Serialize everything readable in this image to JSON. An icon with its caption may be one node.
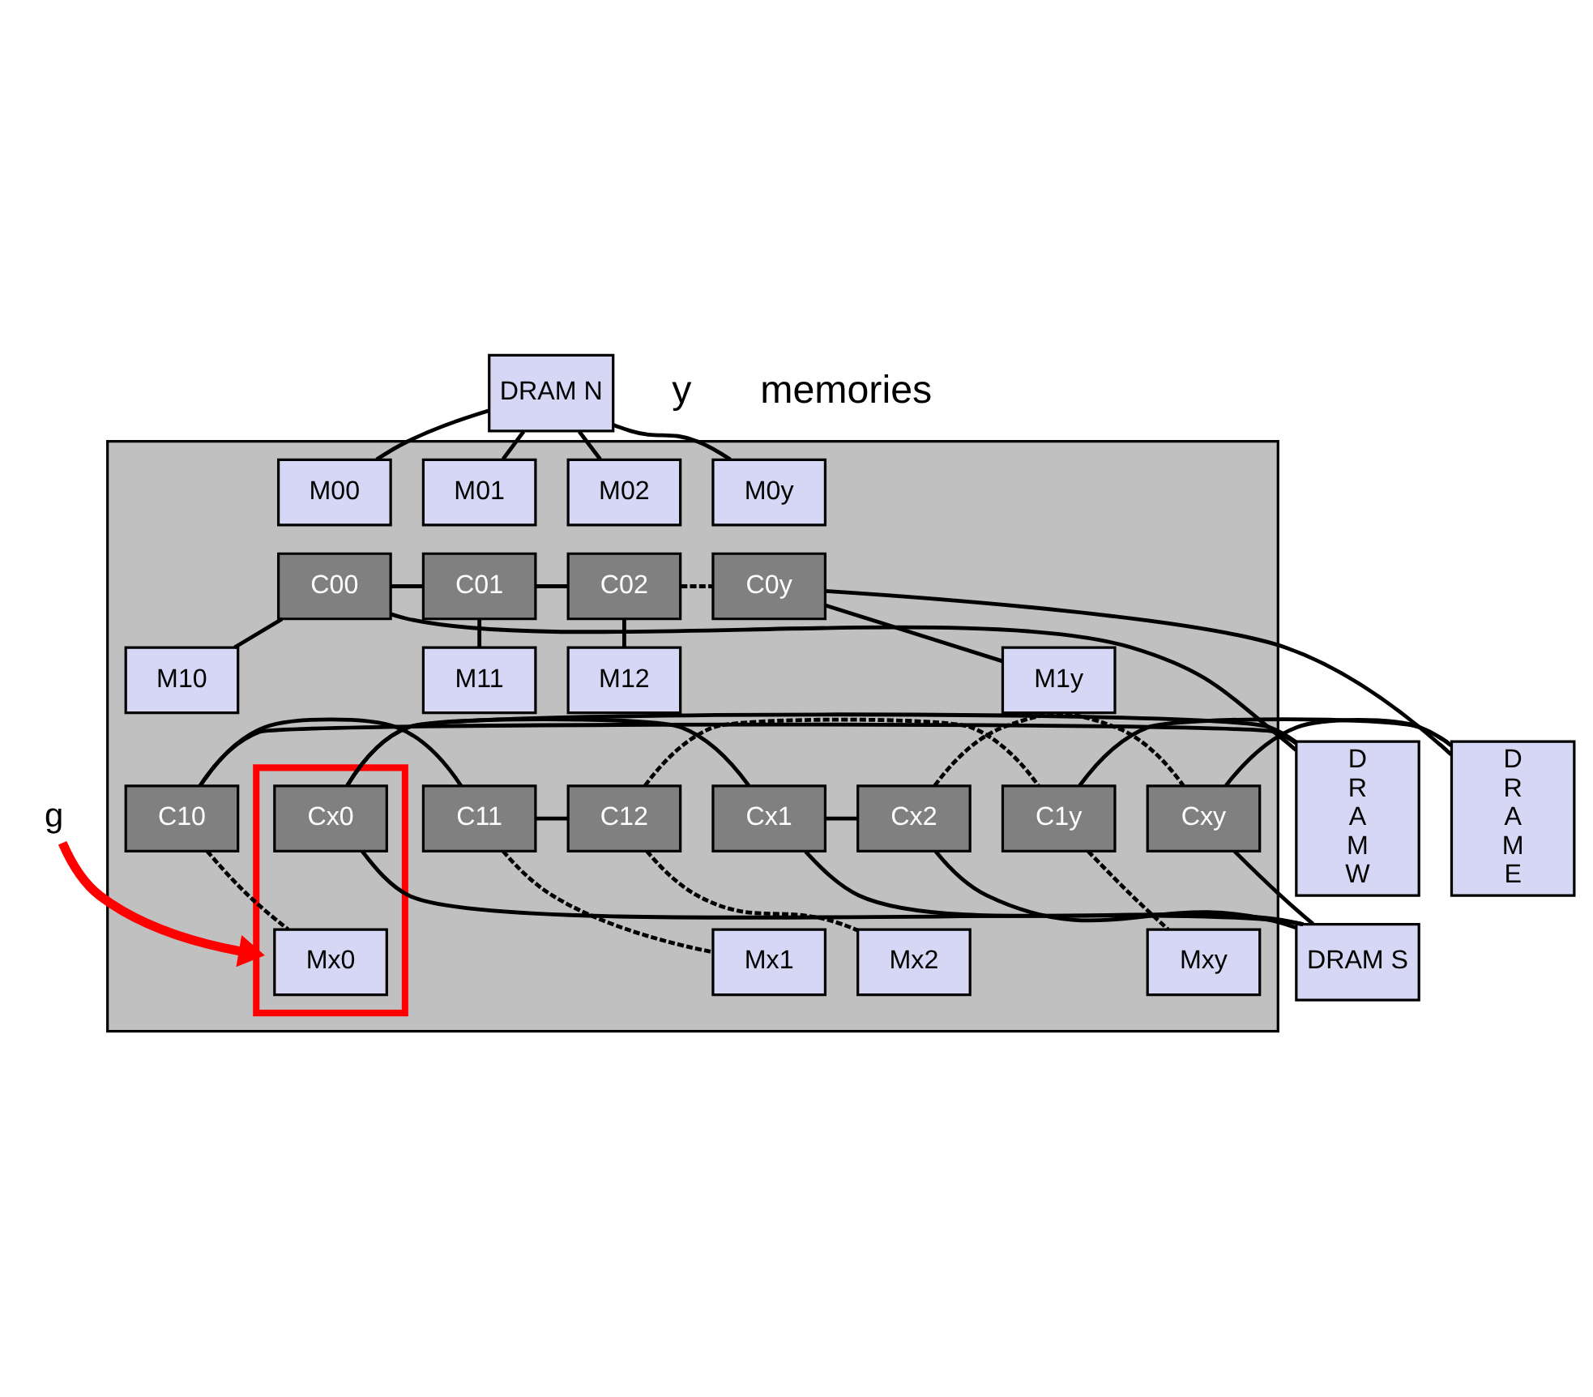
{
  "diagram": {
    "nodes": [
      {
        "text": [
          "DRAM N"
        ]
      },
      {
        "text": [],
        "shape": "box"
      },
      {
        "text": [
          "D R A M W"
        ]
      },
      {
        "text": [
          "D R A M E"
        ]
      },
      {
        "text": [],
        "shape": "box",
        "in": 1
      },
      {
        "text": [
          "M00"
        ],
        "in": 1
      },
      {
        "text": [
          "C00"
        ],
        "in": 1
      },
      {
        "text": [
          "M01"
        ],
        "in": 1
      },
      {
        "text": [
          "C01"
        ],
        "in": 1
      },
      {
        "text": [
          "M02"
        ],
        "in": 1
      },
      {
        "text": [
          "C02"
        ],
        "in": 1
      },
      {
        "text": [
          "M0y"
        ],
        "in": 1
      },
      {
        "text": [
          "C0y"
        ],
        "in": 1
      },
      {
        "text": [
          "M10"
        ],
        "in": 1
      },
      {
        "text": [
          "C10"
        ],
        "in": 1
      },
      {
        "text": [
          "M11"
        ],
        "in": 1
      },
      {
        "text": [
          "C11"
        ],
        "in": 1
      },
      {
        "text": [
          "M12"
        ],
        "in": 1
      },
      {
        "text": [
          "C12"
        ],
        "in": 1
      },
      {
        "text": [
          "M1y"
        ],
        "in": 1
      },
      {
        "text": [
          "C1y"
        ],
        "in": 1
      },
      {
        "text": [
          "Mx0"
        ],
        "in": 4
      },
      {
        "text": [
          "Cx0"
        ],
        "in": 4
      },
      {
        "text": [
          "Mx1"
        ],
        "in": 1
      },
      {
        "text": [
          "Cx1"
        ],
        "in": 1
      },
      {
        "text": [
          "Mx2"
        ],
        "in": 1
      },
      {
        "text": [
          "Cx2"
        ],
        "in": 1
      },
      {
        "text": [
          "Mxy"
        ],
        "in": 1
      },
      {
        "text": [
          "Cxy"
        ],
        "in": 1
      },
      {
        "text": [
          "g"
        ]
      },
      {
        "text": [
          "DRAM S"
        ]
      }
    ],
    "edges": [
      {
        "from": 0,
        "to": 5,
        "arrow": "none"
      },
      {
        "from": 0,
        "to": 7,
        "arrow": "none"
      },
      {
        "from": 0,
        "to": 9,
        "arrow": "none"
      },
      {
        "from": 0,
        "to": 11,
        "arrow": "none"
      },
      {
        "from": 2,
        "to": 6,
        "arrow": "none"
      },
      {
        "from": 2,
        "to": 14,
        "arrow": "none"
      },
      {
        "from": 2,
        "to": 22,
        "arrow": "none"
      },
      {
        "from": 3,
        "to": 12,
        "arrow": "none"
      },
      {
        "from": 3,
        "to": 20,
        "arrow": "none"
      },
      {
        "from": 3,
        "to": 28,
        "arrow": "none"
      },
      {
        "from": 6,
        "to": 8,
        "arrow": "none"
      },
      {
        "from": 8,
        "to": 10,
        "arrow": "none"
      },
      {
        "from": 10,
        "to": 12,
        "arrow": "none",
        "style": "dashed"
      },
      {
        "from": 14,
        "to": 16,
        "arrow": "none"
      },
      {
        "from": 16,
        "to": 18,
        "arrow": "none"
      },
      {
        "from": 18,
        "to": 20,
        "arrow": "none",
        "style": "dashed"
      },
      {
        "from": 22,
        "to": 24,
        "arrow": "none"
      },
      {
        "from": 24,
        "to": 26,
        "arrow": "none"
      },
      {
        "from": 26,
        "to": 28,
        "arrow": "none",
        "style": "dashed"
      },
      {
        "from": 6,
        "to": 13,
        "arrow": "none"
      },
      {
        "from": 8,
        "to": 15,
        "arrow": "none"
      },
      {
        "from": 10,
        "to": 17,
        "arrow": "none"
      },
      {
        "from": 12,
        "to": 19,
        "arrow": "none"
      },
      {
        "from": 14,
        "to": 21,
        "arrow": "none",
        "style": "dashed"
      },
      {
        "from": 16,
        "to": 23,
        "arrow": "none",
        "style": "dashed"
      },
      {
        "from": 18,
        "to": 25,
        "arrow": "none",
        "style": "dashed"
      },
      {
        "from": 20,
        "to": 27,
        "arrow": "none",
        "style": "dashed"
      },
      {
        "from": 30,
        "to": 22,
        "arrow": "none"
      },
      {
        "from": 30,
        "to": 24,
        "arrow": "none"
      },
      {
        "from": 30,
        "to": 26,
        "arrow": "none"
      },
      {
        "from": 30,
        "to": 28,
        "arrow": "none"
      },
      {
        "from": 29,
        "to": 4,
        "arrow": "to",
        "style": "thick",
        "color": "#ff0000"
      }
    ],
    "labels": [
      "y",
      "memories"
    ]
  }
}
